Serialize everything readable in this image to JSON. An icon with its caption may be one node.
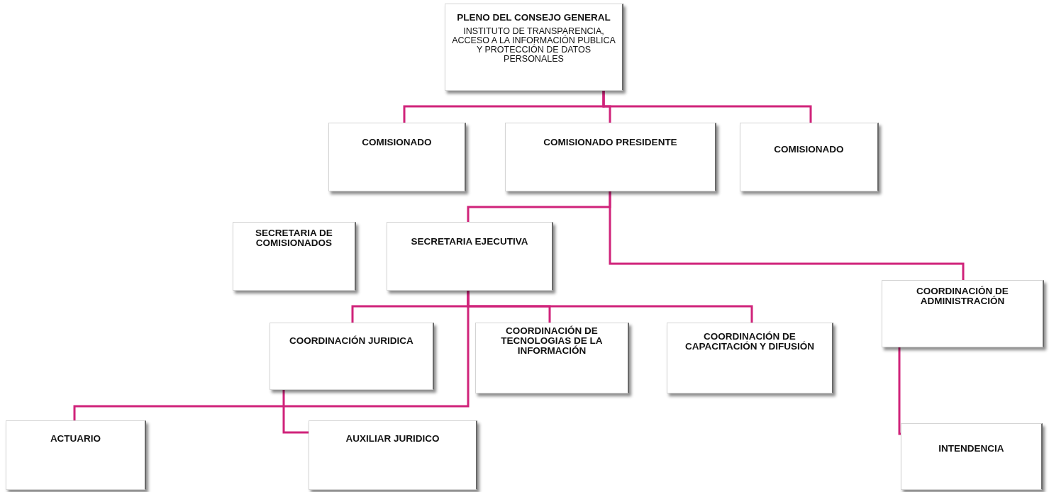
{
  "diagram": {
    "nodes": [
      {
        "text": [
          "PLENO DEL CONSEJO GENERAL",
          "INSTITUTO DE TRANSPARENCIA, ACCESO A LA INFORMACIÓN PUBLICA Y PROTECCIÓN DE DATOS PERSONALES"
        ]
      },
      {
        "text": [
          "COMISIONADO"
        ]
      },
      {
        "text": [
          "COMISIONADO PRESIDENTE"
        ]
      },
      {
        "text": [
          "COMISIONADO"
        ]
      },
      {
        "text": [
          "SECRETARIA DE COMISIONADOS"
        ]
      },
      {
        "text": [
          "SECRETARIA EJECUTIVA"
        ]
      },
      {
        "text": [
          "COORDINACIÓN DE ADMINISTRACIÓN"
        ]
      },
      {
        "text": [
          "COORDINACIÓN JURIDICA"
        ]
      },
      {
        "text": [
          "COORDINACIÓN DE TECNOLOGIAS DE LA INFORMACIÓN"
        ]
      },
      {
        "text": [
          "COORDINACIÓN DE CAPACITACIÓN Y DIFUSIÓN"
        ]
      },
      {
        "text": [
          "ACTUARIO"
        ]
      },
      {
        "text": [
          "AUXILIAR JURIDICO"
        ]
      },
      {
        "text": [
          "INTENDENCIA"
        ]
      }
    ],
    "edges": [
      {
        "from": 0,
        "to": 1,
        "arrow": "none"
      },
      {
        "from": 0,
        "to": 2,
        "arrow": "none"
      },
      {
        "from": 0,
        "to": 3,
        "arrow": "none"
      },
      {
        "from": 2,
        "to": 5,
        "arrow": "none"
      },
      {
        "from": 2,
        "to": 6,
        "arrow": "none"
      },
      {
        "from": 5,
        "to": 7,
        "arrow": "none"
      },
      {
        "from": 5,
        "to": 8,
        "arrow": "none"
      },
      {
        "from": 5,
        "to": 9,
        "arrow": "none"
      },
      {
        "from": 5,
        "to": 10,
        "arrow": "none"
      },
      {
        "from": 7,
        "to": 11,
        "arrow": "none"
      },
      {
        "from": 6,
        "to": 12,
        "arrow": "none"
      }
    ]
  }
}
